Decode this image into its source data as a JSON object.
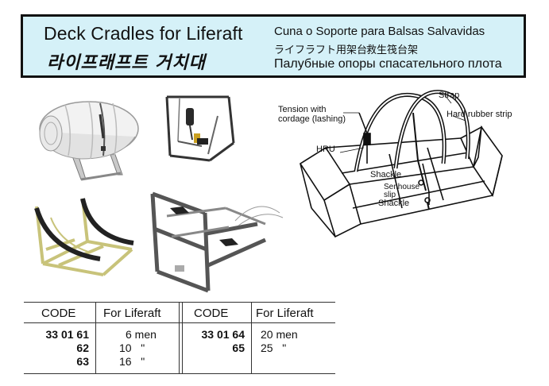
{
  "header": {
    "title_en": "Deck Cradles for Liferaft",
    "title_ko": "라이프래프트 거치대",
    "title_es": "Cuna o Soporte para Balsas Salvavidas",
    "title_jp": "ライフラフト用架台",
    "title_cn": "救生筏台架",
    "title_ru": "Палубные опоры спасательного плота"
  },
  "diagram": {
    "labels": {
      "tension": "Tension with",
      "lashing": "cordage (lashing)",
      "strap": "Strap",
      "rubber": "Hard rubber strip",
      "hru": "HRU",
      "shackle1": "Shackle",
      "senhouse1": "Senhouse",
      "senhouse2": "slip",
      "shackle2": "Shackle"
    }
  },
  "table": {
    "col_code": "CODE",
    "col_for": "For Liferaft",
    "left": {
      "codes": [
        "33 01 61",
        "62",
        "63"
      ],
      "caps": [
        "6 men",
        "10   \"",
        "16   \""
      ]
    },
    "right": {
      "codes": [
        "33 01 64",
        "65"
      ],
      "caps": [
        "20 men",
        "25   \""
      ]
    }
  }
}
